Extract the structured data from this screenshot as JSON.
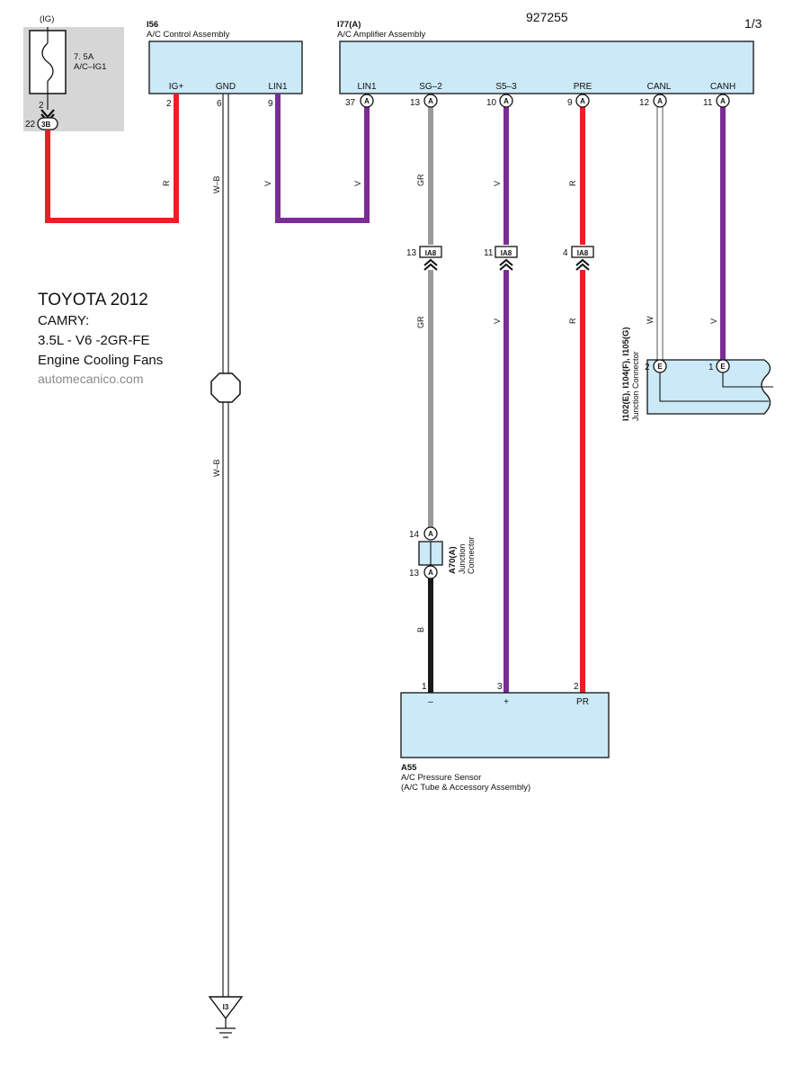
{
  "header": {
    "doc_number": "927255",
    "page": "1/3"
  },
  "title_block": {
    "line1": "TOYOTA 2012",
    "line2": "CAMRY:",
    "line3": "3.5L - V6 -2GR-FE",
    "line4": "Engine Cooling Fans",
    "site": "automecanico.com"
  },
  "fuse": {
    "source": "(IG)",
    "rating": "7. 5A",
    "name": "A/C–IG1",
    "pin_top": "2",
    "pin_conn": "22",
    "conn_label": "3B"
  },
  "components": {
    "i56": {
      "code": "I56",
      "name": "A/C Control Assembly",
      "terminals": [
        {
          "label": "IG+",
          "pin": "2"
        },
        {
          "label": "GND",
          "pin": "6"
        },
        {
          "label": "LIN1",
          "pin": "9"
        }
      ]
    },
    "i77": {
      "code": "I77(A)",
      "name": "A/C Amplifier Assembly",
      "terminals": [
        {
          "label": "LIN1",
          "pin": "37",
          "conn": "A"
        },
        {
          "label": "SG–2",
          "pin": "13",
          "conn": "A"
        },
        {
          "label": "S5–3",
          "pin": "10",
          "conn": "A"
        },
        {
          "label": "PRE",
          "pin": "9",
          "conn": "A"
        },
        {
          "label": "CANL",
          "pin": "12",
          "conn": "A"
        },
        {
          "label": "CANH",
          "pin": "11",
          "conn": "A"
        }
      ]
    },
    "a55": {
      "code": "A55",
      "name": "A/C Pressure Sensor",
      "sub": "(A/C Tube & Accessory Assembly)",
      "terminals": [
        {
          "label": "–",
          "pin": "1"
        },
        {
          "label": "+",
          "pin": "3"
        },
        {
          "label": "PR",
          "pin": "2"
        }
      ]
    },
    "a70": {
      "code": "A70(A)",
      "line1": "Junction",
      "line2": "Connector",
      "pin_top": "14",
      "pin_bottom": "13",
      "conn": "A"
    },
    "junction": {
      "codes": "I102(E), I104(F), I105(G)",
      "name": "Junction Connector",
      "pin_w": "2",
      "pin_v": "1",
      "conn": "E"
    },
    "ia8": {
      "label": "IA8",
      "pins": [
        "13",
        "11",
        "4"
      ]
    },
    "ground": {
      "label": "I3"
    }
  },
  "wires": {
    "r1": "R",
    "wb1": "W–B",
    "wb2": "W–B",
    "v1": "V",
    "v2": "V",
    "gr1": "GR",
    "gr2": "GR",
    "v3": "V",
    "v4": "V",
    "r2": "R",
    "r3": "R",
    "w": "W",
    "v5": "V",
    "b": "B"
  },
  "colors": {
    "red": "#ee1c25",
    "violet": "#7b2d96",
    "gray": "#9a9a9a",
    "black": "#1a1a1a",
    "box_fill": "#cbe9f7",
    "fuse_bg": "#d6d6d6"
  }
}
